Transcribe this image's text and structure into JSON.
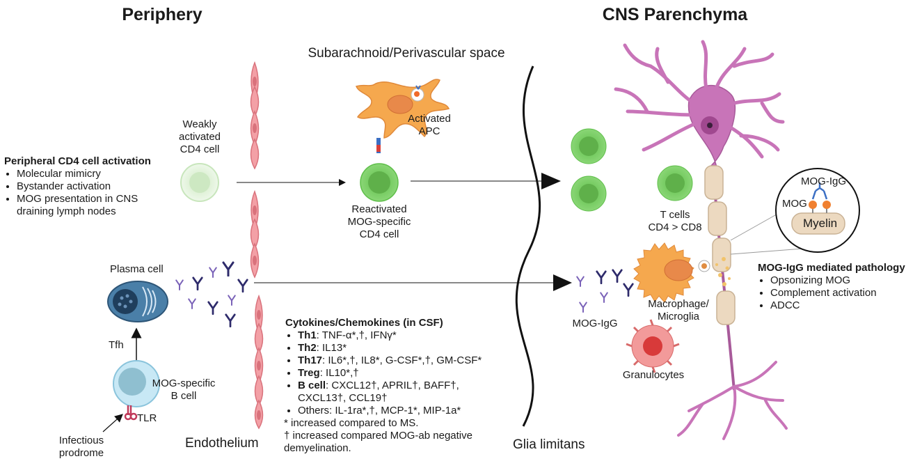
{
  "titles": {
    "periphery": "Periphery",
    "cns": "CNS Parenchyma",
    "subarachnoid": "Subarachnoid/Perivascular space",
    "endothelium": "Endothelium",
    "glia": "Glia limitans"
  },
  "peripheral_activation": {
    "heading": "Peripheral CD4 cell activation",
    "items": [
      "Molecular mimicry",
      "Bystander activation",
      "MOG presentation in CNS",
      "draining lymph nodes"
    ]
  },
  "cells": {
    "weak_cd4": [
      "Weakly",
      "activated",
      "CD4 cell"
    ],
    "activated_apc": [
      "Activated",
      "APC"
    ],
    "reactivated": [
      "Reactivated",
      "MOG-specific",
      "CD4 cell"
    ],
    "plasma": "Plasma cell",
    "tfh": "Tfh",
    "bcell": [
      "MOG-specific",
      "B cell"
    ],
    "tlr": "TLR",
    "infectious": [
      "Infectious",
      "prodrome"
    ],
    "tcells": [
      "T cells",
      "CD4 > CD8"
    ],
    "mog_igg": "MOG-IgG",
    "macrophage": [
      "Macrophage/",
      "Microglia"
    ],
    "granulocytes": "Granulocytes"
  },
  "inset": {
    "mog_igg": "MOG-IgG",
    "mog": "MOG",
    "myelin": "Myelin"
  },
  "pathology": {
    "heading": "MOG-IgG mediated pathology",
    "items": [
      "Opsonizing MOG",
      "Complement activation",
      "ADCC"
    ]
  },
  "cytokines": {
    "heading": "Cytokines/Chemokines (in CSF)",
    "rows": [
      {
        "key": "Th1",
        "text": "TNF-α*,†, IFNγ*"
      },
      {
        "key": "Th2",
        "text": "IL13*"
      },
      {
        "key": "Th17",
        "text": "IL6*,†, IL8*, G-CSF*,†, GM-CSF*"
      },
      {
        "key": "Treg",
        "text": "IL10*,†"
      },
      {
        "key": "B cell",
        "text": "CXCL12†, APRIL†, BAFF†,"
      },
      {
        "key": "",
        "text": "CXCL13†, CCL19†"
      },
      {
        "key": "",
        "text": "Others: IL-1ra*,†, MCP-1*, MIP-1a*"
      }
    ],
    "footnotes": [
      "* increased compared to MS.",
      "† increased compared MOG-ab negative",
      "demyelination."
    ]
  },
  "colors": {
    "tcell_green": "#6fcf5a",
    "weak_green": "#d9f0d0",
    "apc_orange": "#f5a84e",
    "endothelium_pink": "#f08c94",
    "neuron_purple": "#c874b8",
    "bcell_blue": "#a8d8ea",
    "plasma_blue": "#4a7fa8",
    "antibody_navy": "#2e2b6b"
  }
}
